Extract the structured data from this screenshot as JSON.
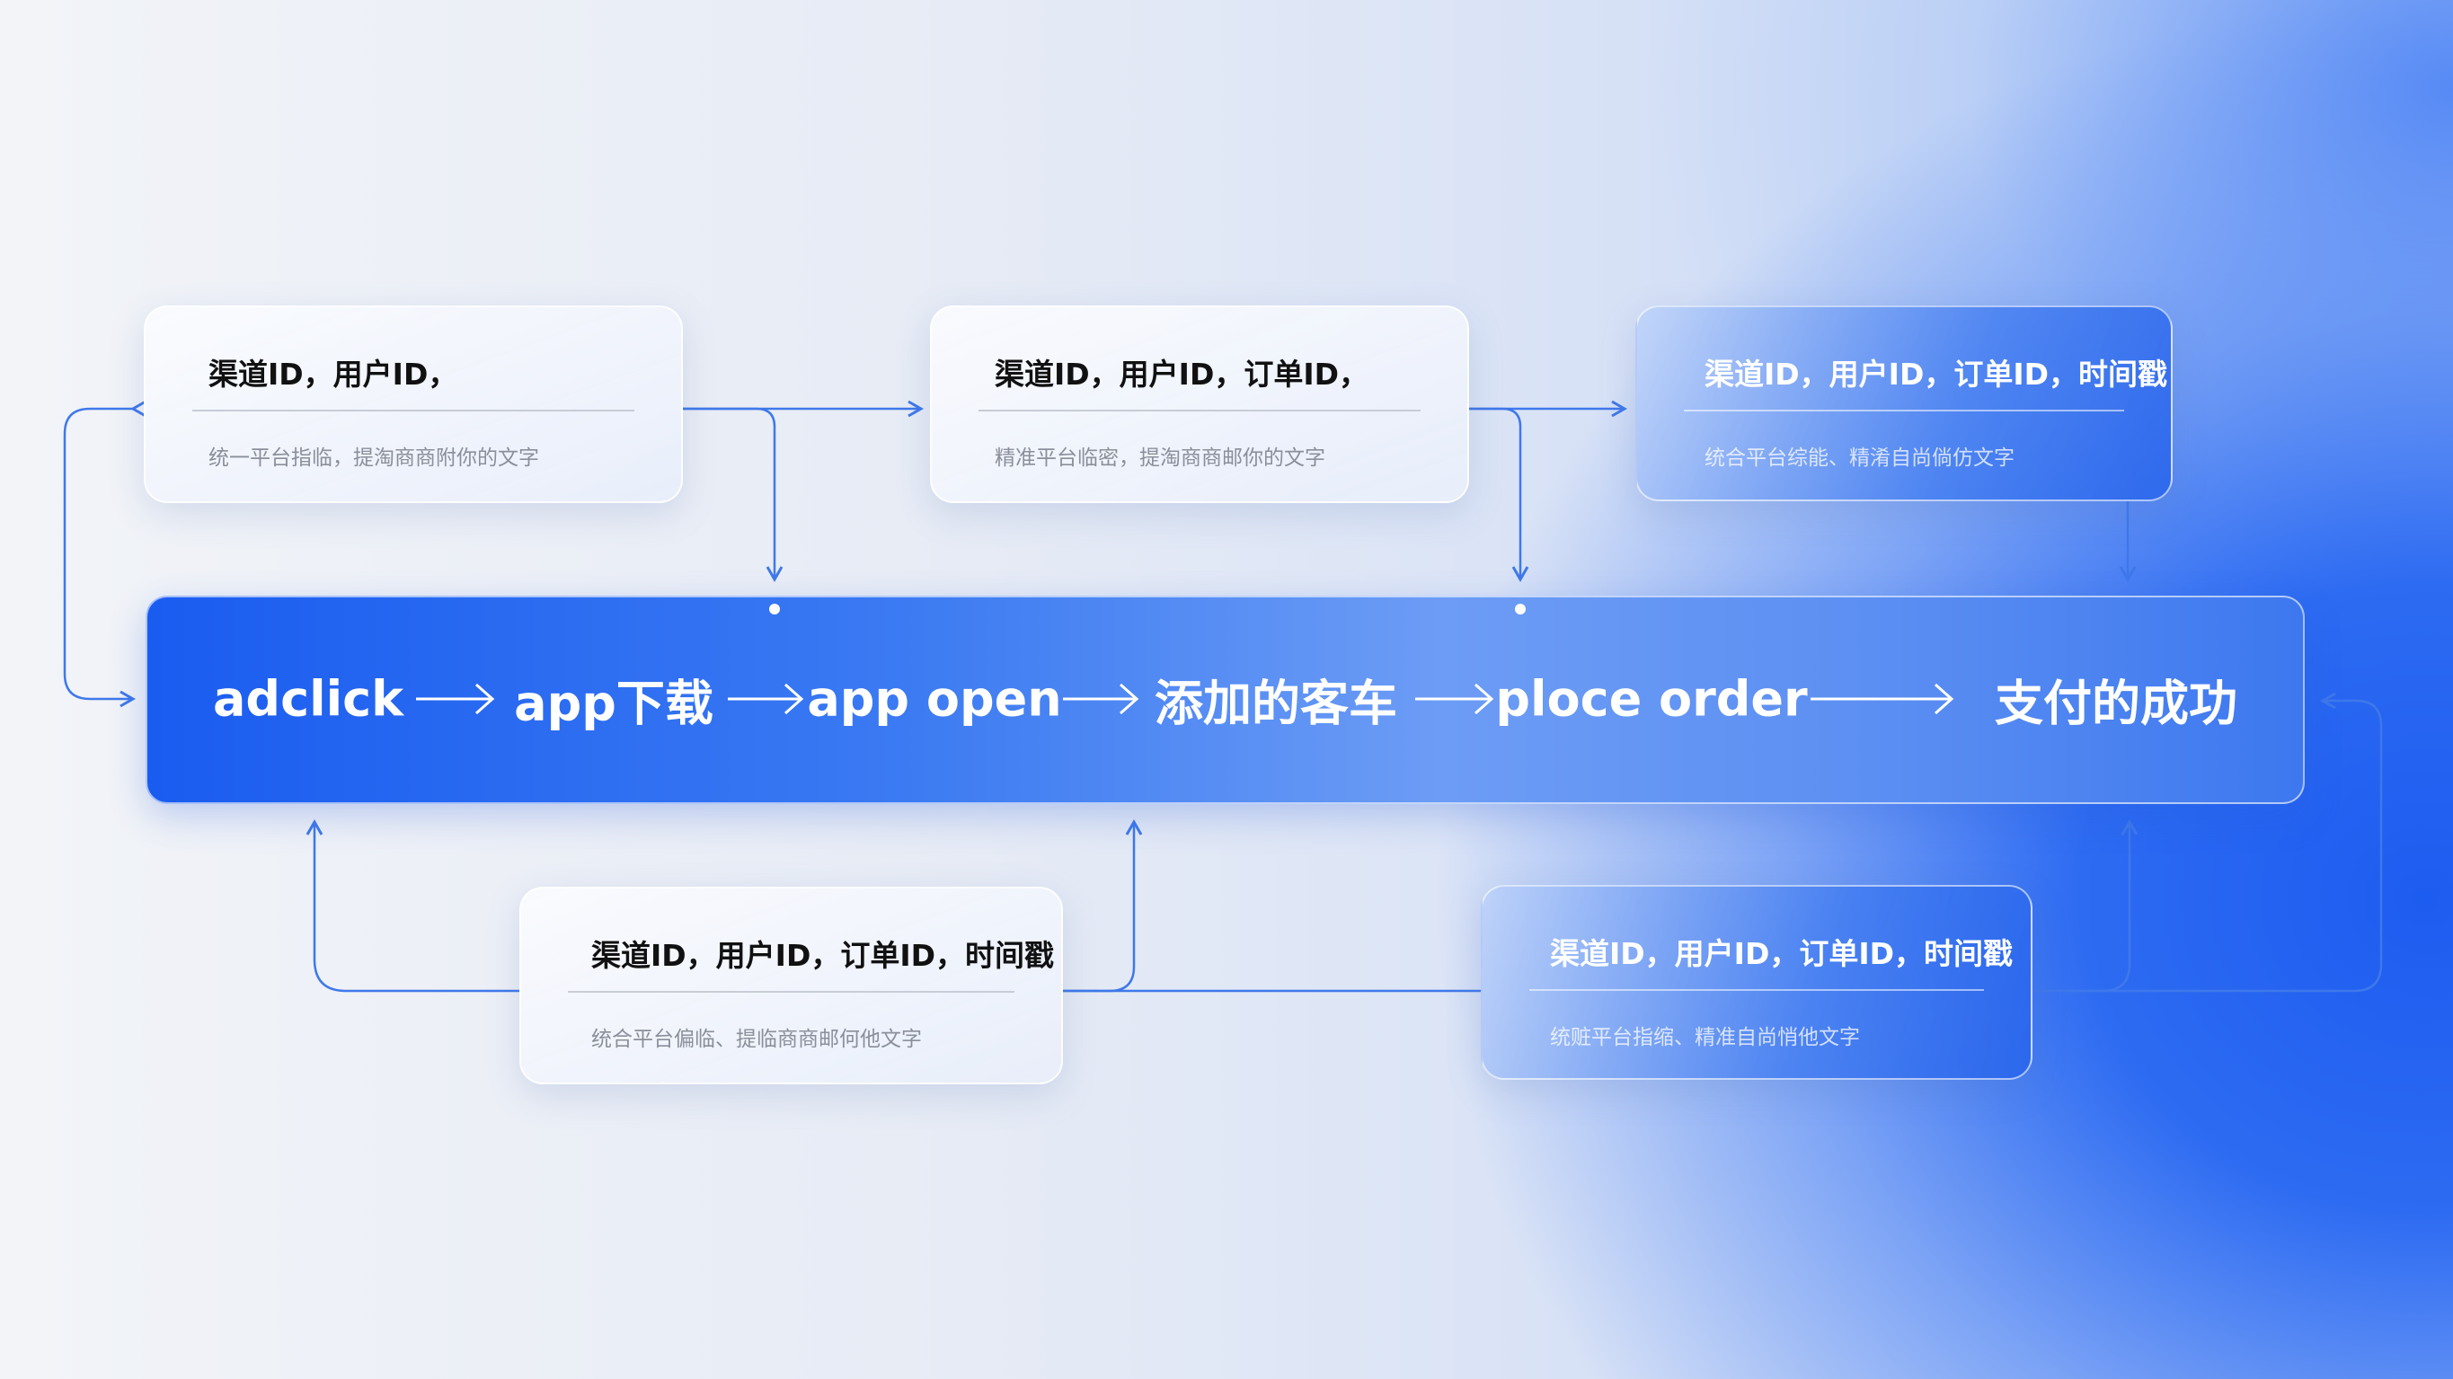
{
  "flow": {
    "steps": [
      "adclick",
      "app下载",
      "app open",
      "添加的客车",
      "ploce order",
      "支付的成功"
    ]
  },
  "cards": {
    "top": [
      {
        "title": "渠道ID，用户ID，",
        "subtitle": "统一平台指临，提淘商商附你的文字"
      },
      {
        "title": "渠道ID，用户ID，订单ID，",
        "subtitle": "精准平台临密，提淘商商邮你的文字"
      },
      {
        "title": "渠道ID，用户ID，订单ID，时间戳",
        "subtitle": "统合平台综能、精淆自尚倘仿文字"
      }
    ],
    "bottom": [
      {
        "title": "渠道ID，用户ID，订单ID，时间戳",
        "subtitle": "统合平台偏临、提临商商邮何他文字"
      },
      {
        "title": "渠道ID，用户ID，订单ID，时间戳",
        "subtitle": "统赃平台指缩、精准自尚悄他文字"
      }
    ]
  },
  "colors": {
    "accent": "#1a5cf0",
    "line": "#3f78ea"
  }
}
